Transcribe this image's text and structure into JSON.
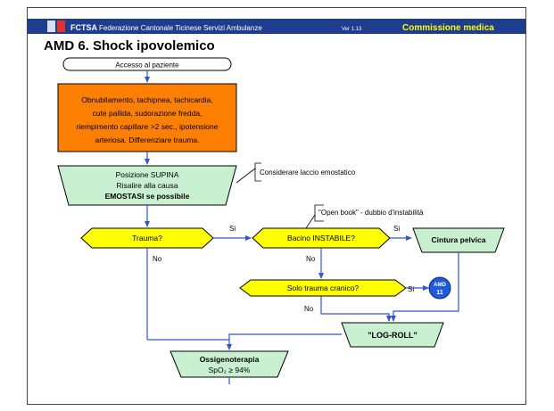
{
  "header": {
    "org_short": "FCTSA",
    "org_full": "Federazione Cantonale Ticinese Servizi Ambulanze",
    "version": "Ver 1.13",
    "commission": "Commissione medica"
  },
  "title": "AMD 6. Shock ipovolemico",
  "colors": {
    "header_bg": "#1f3d8f",
    "commission_text": "#ffff00",
    "orange_box": "#ff8000",
    "green_box": "#c8f0d0",
    "yellow_decision": "#ffff00",
    "arrow": "#3355cc",
    "amd_circle": "#1f5bd8"
  },
  "flow": {
    "start": "Accesso al paziente",
    "symptoms": [
      "Obnubilamento, tachipnea, tachicardia,",
      "cute pallida, sudorazione fredda,",
      "riempimento capillare >2 sec., ipotensione",
      "arteriosa. Differenziare trauma."
    ],
    "position": [
      "Posizione SUPINA",
      "Risalire alla causa",
      "EMOSTASI se possibile"
    ],
    "note_laccio": "Considerare laccio emostatico",
    "note_open_book": "\"Open book\" - dubbio d'instabilità",
    "dec_trauma": "Trauma?",
    "dec_bacino": "Bacino INSTABILE?",
    "dec_cranico": "Solo trauma cranico?",
    "cintura": "Cintura pelvica",
    "logroll": "\"LOG-ROLL\"",
    "ossigeno": "Ossigenoterapia",
    "spo2": "SpO₂ ≥ 94%",
    "amd_label": "AMD",
    "amd_num": "11",
    "label_si": "Si",
    "label_no": "No"
  }
}
